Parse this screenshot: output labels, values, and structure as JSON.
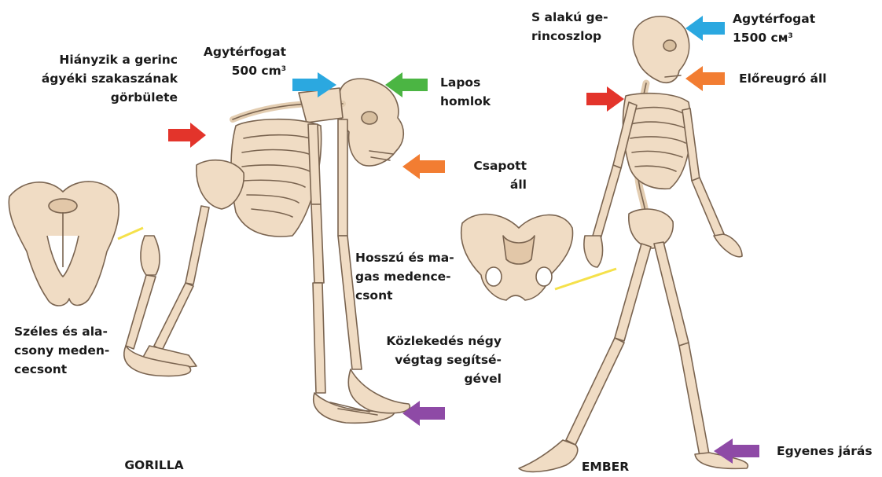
{
  "colors": {
    "bone": "#f0dcc4",
    "bone_outline": "#7a6450",
    "red_arrow": "#e3342b",
    "blue_arrow": "#2ba8e0",
    "green_arrow": "#4bb543",
    "orange_arrow": "#f27d32",
    "purple_arrow": "#8e4aa6",
    "pointer_line": "#f5e14b"
  },
  "gorilla": {
    "name": "GORILLA",
    "brain_volume": {
      "line1": "Agytérfogat",
      "line2": "500 cm",
      "sup": "3"
    },
    "spine_curve": {
      "line1": "Hiányzik a gerinc",
      "line2": "ágyéki szakaszának",
      "line3": "görbülete"
    },
    "forehead": {
      "line1": "Lapos",
      "line2": "homlok"
    },
    "chin": {
      "line1": "Csapott",
      "line2": "áll"
    },
    "pelvis": {
      "line1": "Széles és ala-",
      "line2": "csony meden-",
      "line3": "cecsont"
    },
    "locomotion": {
      "line1": "Közlekedés négy",
      "line2": "végtag segítsé-",
      "line3": "gével"
    }
  },
  "human": {
    "name": "EMBER",
    "spine": {
      "line1": "S alakú ge-",
      "line2": "rincoszlop"
    },
    "brain_volume": {
      "line1": "Agytérfogat",
      "line2": "1500 см",
      "sup": "3"
    },
    "chin": {
      "line1": "Előreugró áll"
    },
    "pelvis": {
      "line1": "Hosszú és ma-",
      "line2": "gas medence-",
      "line3": "csont"
    },
    "locomotion": {
      "line1": "Egyenes járás"
    }
  }
}
